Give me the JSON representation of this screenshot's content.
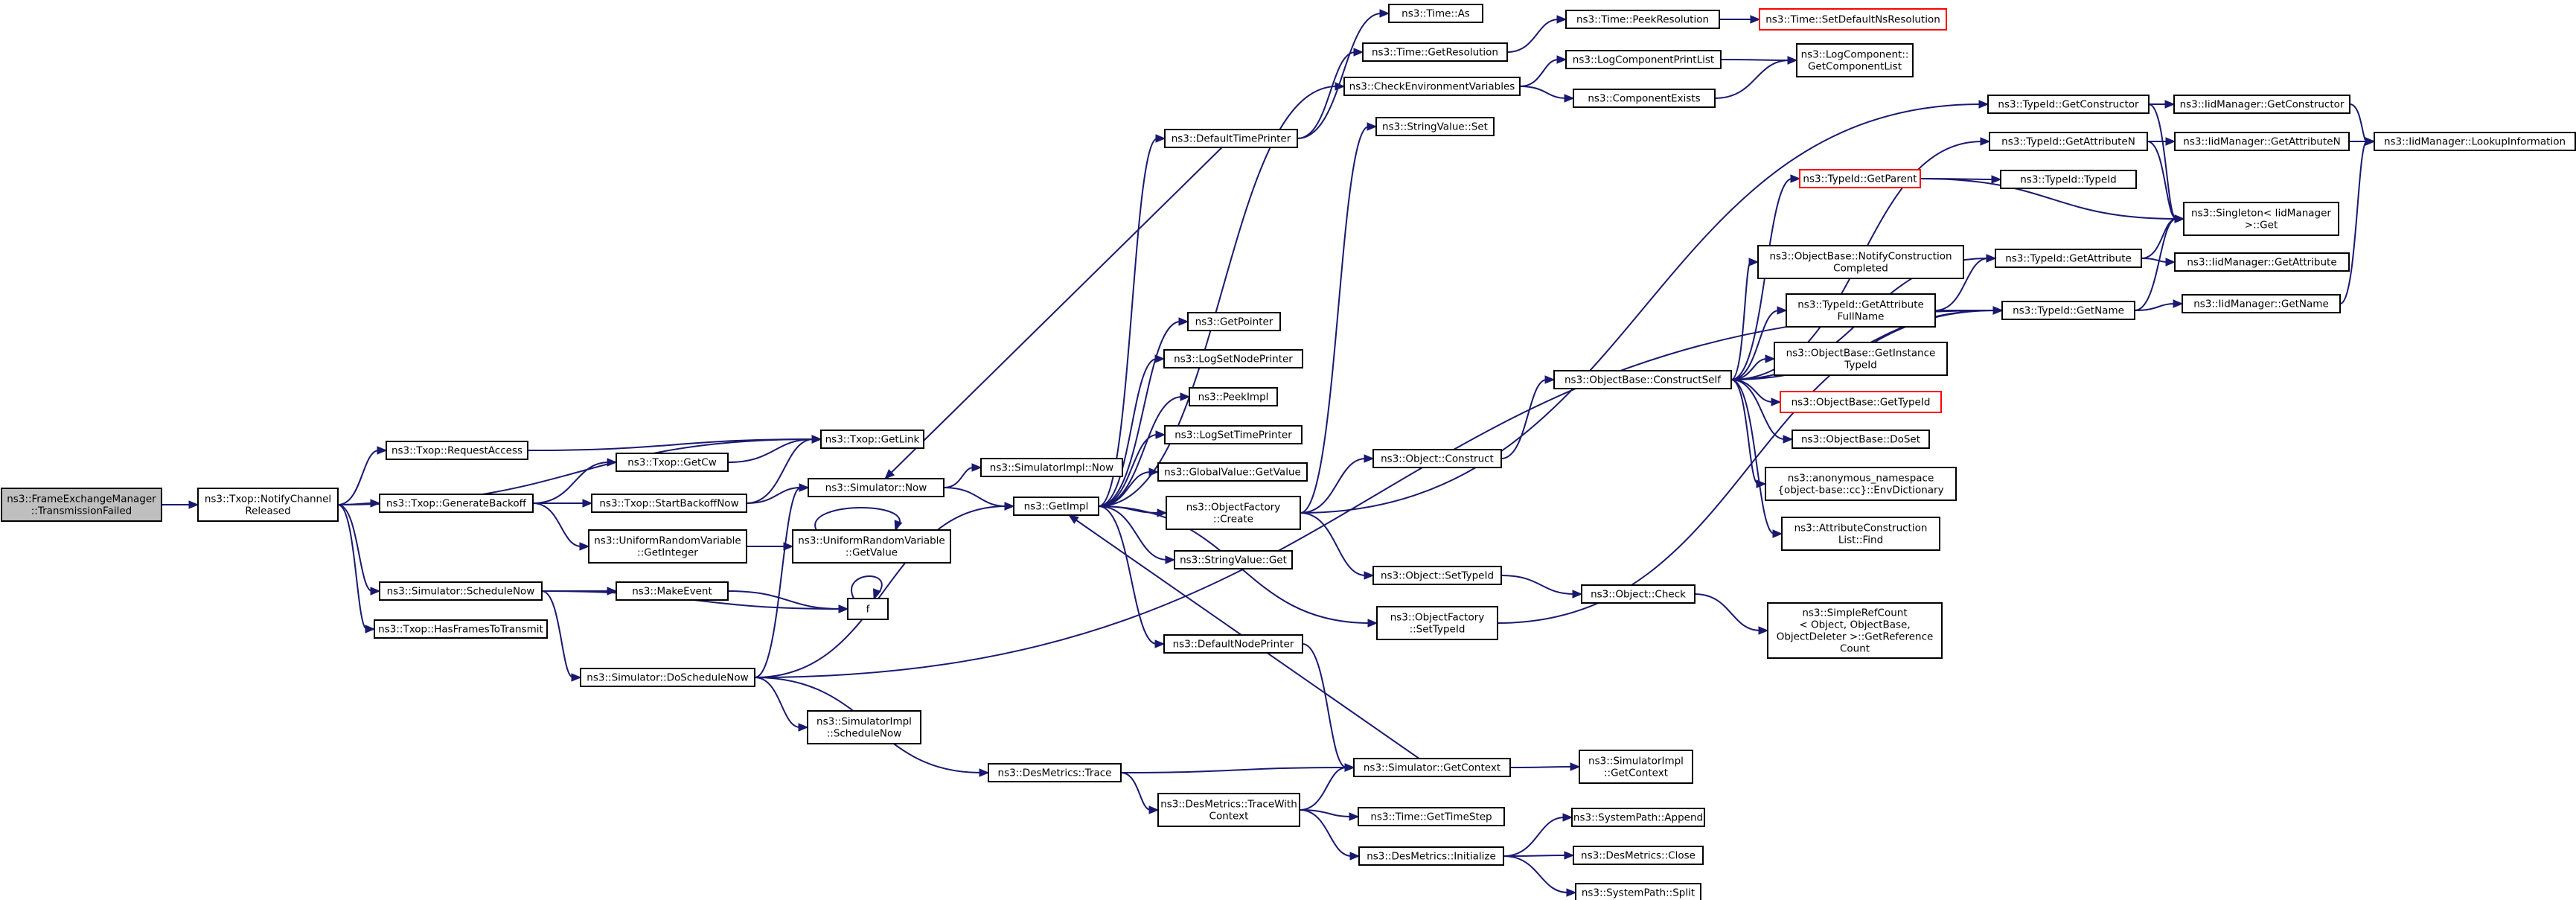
{
  "diagram": {
    "colors": {
      "edge": "#191970",
      "node_border": "#000000",
      "root_fill": "#bfbfbf",
      "error_border": "#ff0000"
    },
    "nodes": [
      {
        "id": "root",
        "lines": [
          "ns3::FrameExchangeManager",
          "::TransmissionFailed"
        ],
        "root": true
      },
      {
        "id": "notify",
        "lines": [
          "ns3::Txop::NotifyChannel",
          "Released"
        ]
      },
      {
        "id": "getlink",
        "lines": [
          "ns3::Txop::GetLink"
        ]
      },
      {
        "id": "reqaccess",
        "lines": [
          "ns3::Txop::RequestAccess"
        ]
      },
      {
        "id": "genbackoff",
        "lines": [
          "ns3::Txop::GenerateBackoff"
        ]
      },
      {
        "id": "getcw",
        "lines": [
          "ns3::Txop::GetCw"
        ]
      },
      {
        "id": "startbackoff",
        "lines": [
          "ns3::Txop::StartBackoffNow"
        ]
      },
      {
        "id": "urvint",
        "lines": [
          "ns3::UniformRandomVariable",
          "::GetInteger"
        ]
      },
      {
        "id": "urvval",
        "lines": [
          "ns3::UniformRandomVariable",
          "::GetValue"
        ]
      },
      {
        "id": "schednow",
        "lines": [
          "ns3::Simulator::ScheduleNow"
        ]
      },
      {
        "id": "makeevent",
        "lines": [
          "ns3::MakeEvent"
        ]
      },
      {
        "id": "f",
        "lines": [
          "f"
        ]
      },
      {
        "id": "hasframes",
        "lines": [
          "ns3::Txop::HasFramesToTransmit"
        ]
      },
      {
        "id": "dosched",
        "lines": [
          "ns3::Simulator::DoScheduleNow"
        ]
      },
      {
        "id": "simnow",
        "lines": [
          "ns3::Simulator::Now"
        ]
      },
      {
        "id": "simimplnow",
        "lines": [
          "ns3::SimulatorImpl::Now"
        ]
      },
      {
        "id": "getimpl",
        "lines": [
          "ns3::GetImpl"
        ]
      },
      {
        "id": "simimplsched",
        "lines": [
          "ns3::SimulatorImpl",
          "::ScheduleNow"
        ]
      },
      {
        "id": "destrace",
        "lines": [
          "ns3::DesMetrics::Trace"
        ]
      },
      {
        "id": "destracectx",
        "lines": [
          "ns3::DesMetrics::TraceWith",
          "Context"
        ]
      },
      {
        "id": "simgetctx",
        "lines": [
          "ns3::Simulator::GetContext"
        ]
      },
      {
        "id": "implgetctx",
        "lines": [
          "ns3::SimulatorImpl",
          "::GetContext"
        ]
      },
      {
        "id": "gettimestep",
        "lines": [
          "ns3::Time::GetTimeStep"
        ]
      },
      {
        "id": "desinit",
        "lines": [
          "ns3::DesMetrics::Initialize"
        ]
      },
      {
        "id": "spappend",
        "lines": [
          "ns3::SystemPath::Append"
        ]
      },
      {
        "id": "desclose",
        "lines": [
          "ns3::DesMetrics::Close"
        ]
      },
      {
        "id": "spsplit",
        "lines": [
          "ns3::SystemPath::Split"
        ]
      },
      {
        "id": "deftp",
        "lines": [
          "ns3::DefaultTimePrinter"
        ]
      },
      {
        "id": "timeas",
        "lines": [
          "ns3::Time::As"
        ]
      },
      {
        "id": "timegetres",
        "lines": [
          "ns3::Time::GetResolution"
        ]
      },
      {
        "id": "timepeekres",
        "lines": [
          "ns3::Time::PeekResolution"
        ]
      },
      {
        "id": "timesetdef",
        "lines": [
          "ns3::Time::SetDefaultNsResolution"
        ],
        "red": true
      },
      {
        "id": "checkenv",
        "lines": [
          "ns3::CheckEnvironmentVariables"
        ]
      },
      {
        "id": "logcompprint",
        "lines": [
          "ns3::LogComponentPrintList"
        ]
      },
      {
        "id": "logcompget",
        "lines": [
          "ns3::LogComponent::",
          "GetComponentList"
        ]
      },
      {
        "id": "compexists",
        "lines": [
          "ns3::ComponentExists"
        ]
      },
      {
        "id": "strvalset",
        "lines": [
          "ns3::StringValue::Set"
        ]
      },
      {
        "id": "getpointer",
        "lines": [
          "ns3::GetPointer"
        ]
      },
      {
        "id": "logsetnode",
        "lines": [
          "ns3::LogSetNodePrinter"
        ]
      },
      {
        "id": "peekimpl",
        "lines": [
          "ns3::PeekImpl"
        ]
      },
      {
        "id": "logsettime",
        "lines": [
          "ns3::LogSetTimePrinter"
        ]
      },
      {
        "id": "gvgetvalue",
        "lines": [
          "ns3::GlobalValue::GetValue"
        ]
      },
      {
        "id": "ofcreate",
        "lines": [
          "ns3::ObjectFactory",
          "::Create"
        ]
      },
      {
        "id": "strvalget",
        "lines": [
          "ns3::StringValue::Get"
        ]
      },
      {
        "id": "defnp",
        "lines": [
          "ns3::DefaultNodePrinter"
        ]
      },
      {
        "id": "objconstruct",
        "lines": [
          "ns3::Object::Construct"
        ]
      },
      {
        "id": "objsettypeid",
        "lines": [
          "ns3::Object::SetTypeId"
        ]
      },
      {
        "id": "ofsettypeid",
        "lines": [
          "ns3::ObjectFactory",
          "::SetTypeId"
        ]
      },
      {
        "id": "objcheck",
        "lines": [
          "ns3::Object::Check"
        ]
      },
      {
        "id": "srcget",
        "lines": [
          "ns3::SimpleRefCount",
          "< Object, ObjectBase,",
          "ObjectDeleter >::GetReference",
          "Count"
        ]
      },
      {
        "id": "obconstructself",
        "lines": [
          "ns3::ObjectBase::ConstructSelf"
        ]
      },
      {
        "id": "tidgetparent",
        "lines": [
          "ns3::TypeId::GetParent"
        ],
        "red": true
      },
      {
        "id": "obnotify",
        "lines": [
          "ns3::ObjectBase::NotifyConstruction",
          "Completed"
        ]
      },
      {
        "id": "tidgetattrfull",
        "lines": [
          "ns3::TypeId::GetAttribute",
          "FullName"
        ]
      },
      {
        "id": "obgetinst",
        "lines": [
          "ns3::ObjectBase::GetInstance",
          "TypeId"
        ]
      },
      {
        "id": "obgettypeid",
        "lines": [
          "ns3::ObjectBase::GetTypeId"
        ],
        "red": true
      },
      {
        "id": "obdoset",
        "lines": [
          "ns3::ObjectBase::DoSet"
        ]
      },
      {
        "id": "envdict",
        "lines": [
          "ns3::anonymous_namespace",
          "{object-base::cc}::EnvDictionary"
        ]
      },
      {
        "id": "aclfind",
        "lines": [
          "ns3::AttributeConstruction",
          "List::Find"
        ]
      },
      {
        "id": "tidgetctor",
        "lines": [
          "ns3::TypeId::GetConstructor"
        ]
      },
      {
        "id": "tidgetattrn",
        "lines": [
          "ns3::TypeId::GetAttributeN"
        ]
      },
      {
        "id": "tidtypeid",
        "lines": [
          "ns3::TypeId::TypeId"
        ]
      },
      {
        "id": "tidgetattr",
        "lines": [
          "ns3::TypeId::GetAttribute"
        ]
      },
      {
        "id": "tidgetname",
        "lines": [
          "ns3::TypeId::GetName"
        ]
      },
      {
        "id": "singleton",
        "lines": [
          "ns3::Singleton< IidManager",
          ">::Get"
        ]
      },
      {
        "id": "iidgetctor",
        "lines": [
          "ns3::IidManager::GetConstructor"
        ]
      },
      {
        "id": "iidgetattrn",
        "lines": [
          "ns3::IidManager::GetAttributeN"
        ]
      },
      {
        "id": "iidgetattr",
        "lines": [
          "ns3::IidManager::GetAttribute"
        ]
      },
      {
        "id": "iidgetname",
        "lines": [
          "ns3::IidManager::GetName"
        ]
      },
      {
        "id": "iidlookup",
        "lines": [
          "ns3::IidManager::LookupInformation"
        ]
      }
    ],
    "edges": [
      [
        "root",
        "notify"
      ],
      [
        "notify",
        "getlink"
      ],
      [
        "notify",
        "reqaccess"
      ],
      [
        "notify",
        "genbackoff"
      ],
      [
        "notify",
        "schednow"
      ],
      [
        "notify",
        "hasframes"
      ],
      [
        "reqaccess",
        "getlink"
      ],
      [
        "genbackoff",
        "getcw"
      ],
      [
        "genbackoff",
        "startbackoff"
      ],
      [
        "genbackoff",
        "urvint"
      ],
      [
        "getcw",
        "getlink"
      ],
      [
        "startbackoff",
        "getlink"
      ],
      [
        "startbackoff",
        "simnow"
      ],
      [
        "urvint",
        "urvval"
      ],
      [
        "urvval",
        "urvval"
      ],
      [
        "schednow",
        "makeevent"
      ],
      [
        "schednow",
        "f"
      ],
      [
        "schednow",
        "dosched"
      ],
      [
        "makeevent",
        "f"
      ],
      [
        "f",
        "f"
      ],
      [
        "dosched",
        "simnow"
      ],
      [
        "dosched",
        "getimpl"
      ],
      [
        "dosched",
        "simimplsched"
      ],
      [
        "dosched",
        "destrace"
      ],
      [
        "dosched",
        "tidgetname"
      ],
      [
        "simnow",
        "simimplnow"
      ],
      [
        "simnow",
        "getimpl"
      ],
      [
        "destrace",
        "simgetctx"
      ],
      [
        "destrace",
        "destracectx"
      ],
      [
        "destracectx",
        "simgetctx"
      ],
      [
        "destracectx",
        "gettimestep"
      ],
      [
        "destracectx",
        "desinit"
      ],
      [
        "desinit",
        "spappend"
      ],
      [
        "desinit",
        "desclose"
      ],
      [
        "desinit",
        "spsplit"
      ],
      [
        "simgetctx",
        "getimpl"
      ],
      [
        "simgetctx",
        "implgetctx"
      ],
      [
        "getimpl",
        "deftp"
      ],
      [
        "getimpl",
        "checkenv"
      ],
      [
        "getimpl",
        "getpointer"
      ],
      [
        "getimpl",
        "logsetnode"
      ],
      [
        "getimpl",
        "peekimpl"
      ],
      [
        "getimpl",
        "logsettime"
      ],
      [
        "getimpl",
        "gvgetvalue"
      ],
      [
        "getimpl",
        "ofcreate"
      ],
      [
        "getimpl",
        "strvalget"
      ],
      [
        "getimpl",
        "defnp"
      ],
      [
        "getimpl",
        "ofsettypeid"
      ],
      [
        "deftp",
        "timeas"
      ],
      [
        "deftp",
        "timegetres"
      ],
      [
        "deftp",
        "simnow"
      ],
      [
        "timegetres",
        "timepeekres"
      ],
      [
        "timepeekres",
        "timesetdef"
      ],
      [
        "checkenv",
        "logcompprint"
      ],
      [
        "checkenv",
        "compexists"
      ],
      [
        "logcompprint",
        "logcompget"
      ],
      [
        "compexists",
        "logcompget"
      ],
      [
        "ofcreate",
        "objconstruct"
      ],
      [
        "ofcreate",
        "objsettypeid"
      ],
      [
        "ofcreate",
        "tidgetctor"
      ],
      [
        "ofcreate",
        "strvalset"
      ],
      [
        "defnp",
        "simgetctx"
      ],
      [
        "objconstruct",
        "obconstructself"
      ],
      [
        "objsettypeid",
        "objcheck"
      ],
      [
        "objcheck",
        "srcget"
      ],
      [
        "ofsettypeid",
        "tidgetname"
      ],
      [
        "obconstructself",
        "tidgetparent"
      ],
      [
        "obconstructself",
        "obnotify"
      ],
      [
        "obconstructself",
        "tidgetattrfull"
      ],
      [
        "obconstructself",
        "obgetinst"
      ],
      [
        "obconstructself",
        "obgettypeid"
      ],
      [
        "obconstructself",
        "obdoset"
      ],
      [
        "obconstructself",
        "envdict"
      ],
      [
        "obconstructself",
        "aclfind"
      ],
      [
        "obconstructself",
        "tidgetattrn"
      ],
      [
        "obconstructself",
        "tidgetattr"
      ],
      [
        "obconstructself",
        "tidgetname"
      ],
      [
        "tidgetparent",
        "tidtypeid"
      ],
      [
        "tidgetparent",
        "singleton"
      ],
      [
        "tidgetattrfull",
        "tidgetattr"
      ],
      [
        "tidgetattrfull",
        "tidgetname"
      ],
      [
        "tidgetctor",
        "iidgetctor"
      ],
      [
        "tidgetctor",
        "singleton"
      ],
      [
        "tidgetattrn",
        "iidgetattrn"
      ],
      [
        "tidgetattrn",
        "singleton"
      ],
      [
        "tidgetattr",
        "iidgetattr"
      ],
      [
        "tidgetattr",
        "singleton"
      ],
      [
        "tidgetname",
        "iidgetname"
      ],
      [
        "tidgetname",
        "singleton"
      ],
      [
        "iidgetctor",
        "iidlookup"
      ],
      [
        "iidgetattrn",
        "iidlookup"
      ],
      [
        "iidgetname",
        "iidlookup"
      ]
    ]
  }
}
